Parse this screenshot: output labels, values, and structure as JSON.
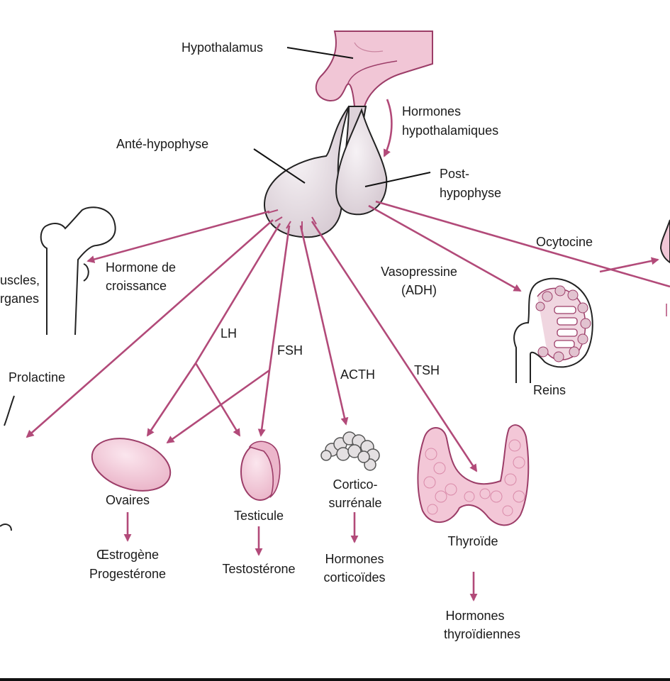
{
  "colors": {
    "arrow": "#b24a79",
    "organ_fill": "#f4cfdc",
    "organ_stroke": "#9c3d68",
    "gland_fill": "#e6dfe4",
    "outline": "#222222"
  },
  "labels": {
    "hypothalamus": "Hypothalamus",
    "hormones_hypo_1": "Hormones",
    "hormones_hypo_2": "hypothalamiques",
    "ante": "Anté-hypophyse",
    "post_1": "Post-",
    "post_2": "hypophyse",
    "ocytocine": "Ocytocine",
    "vaso_1": "Vasopressine",
    "vaso_2": "(ADH)",
    "reins": "Reins",
    "muscles_1": "uscles,",
    "muscles_2": "rganes",
    "gh_1": "Hormone de",
    "gh_2": "croissance",
    "prolactine": "Prolactine",
    "lh": "LH",
    "fsh": "FSH",
    "acth": "ACTH",
    "tsh": "TSH",
    "ovaires": "Ovaires",
    "oestro": "Œstrogène",
    "proges": "Progestérone",
    "testicule": "Testicule",
    "testo": "Testostérone",
    "cortico_1": "Cortico-",
    "cortico_2": "surrénale",
    "horm_cortico_1": "Hormones",
    "horm_cortico_2": "corticoïdes",
    "thyroide": "Thyroïde",
    "horm_thyro_1": "Hormones",
    "horm_thyro_2": "thyroïdiennes"
  }
}
